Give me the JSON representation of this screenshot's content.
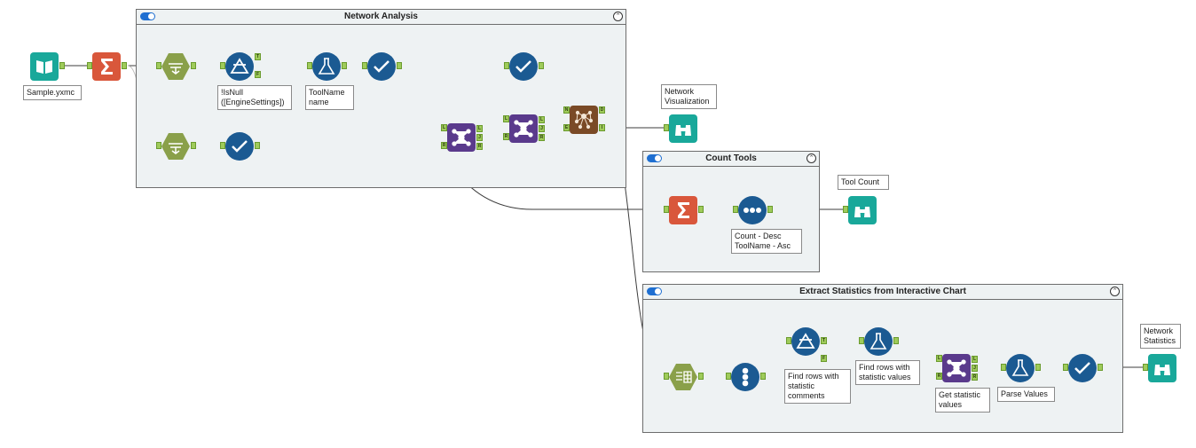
{
  "containers": {
    "network_analysis": {
      "title": "Network Analysis",
      "collapse_symbol": "⌃"
    },
    "count_tools": {
      "title": "Count Tools",
      "collapse_symbol": "⌃"
    },
    "extract_statistics": {
      "title": "Extract Statistics from Interactive Chart",
      "collapse_symbol": "⌃"
    }
  },
  "annotations": {
    "input": "Sample.yxmc",
    "filter_isnull": "!IsNull ([EngineSettings])",
    "formula_toolname": "ToolName name",
    "browse_network_viz": "Network Visualization",
    "browse_tool_count": "Tool Count",
    "sort": "Count - Desc ToolName - Asc",
    "filter_stat_comments": "Find rows with statistic comments",
    "formula_stat_values": "Find rows with statistic values",
    "join_get_stats": "Get statistic values",
    "parse_values": "Parse Values",
    "browse_network_stats": "Network Statistics"
  },
  "anchor_labels": {
    "true": "T",
    "false": "F",
    "left": "L",
    "join": "J",
    "right": "R",
    "network_n": "N",
    "network_e": "E",
    "network_d": "D",
    "network_i": "I"
  },
  "colors": {
    "canvas": "#ffffff",
    "container_bg": "#eef2f3",
    "tool_blue": "#1b5a92",
    "tool_green": "#8aa04a",
    "tool_orange": "#d9573b",
    "tool_teal": "#19a89a",
    "tool_purple": "#5a3a8c",
    "tool_brown": "#7a4a26",
    "anchor_green": "#9fcb5a"
  },
  "icons": {
    "input": "book-icon",
    "summarize": "sigma-icon",
    "xml_parse": "xml-parse-icon",
    "filter": "filter-triangle-icon",
    "formula": "flask-icon",
    "select": "checkmark-icon",
    "join": "join-network-icon",
    "network": "network-graph-icon",
    "browse": "binoculars-icon",
    "sort": "dots-icon",
    "record_id": "numbers-icon",
    "report_parse": "report-parse-icon"
  }
}
